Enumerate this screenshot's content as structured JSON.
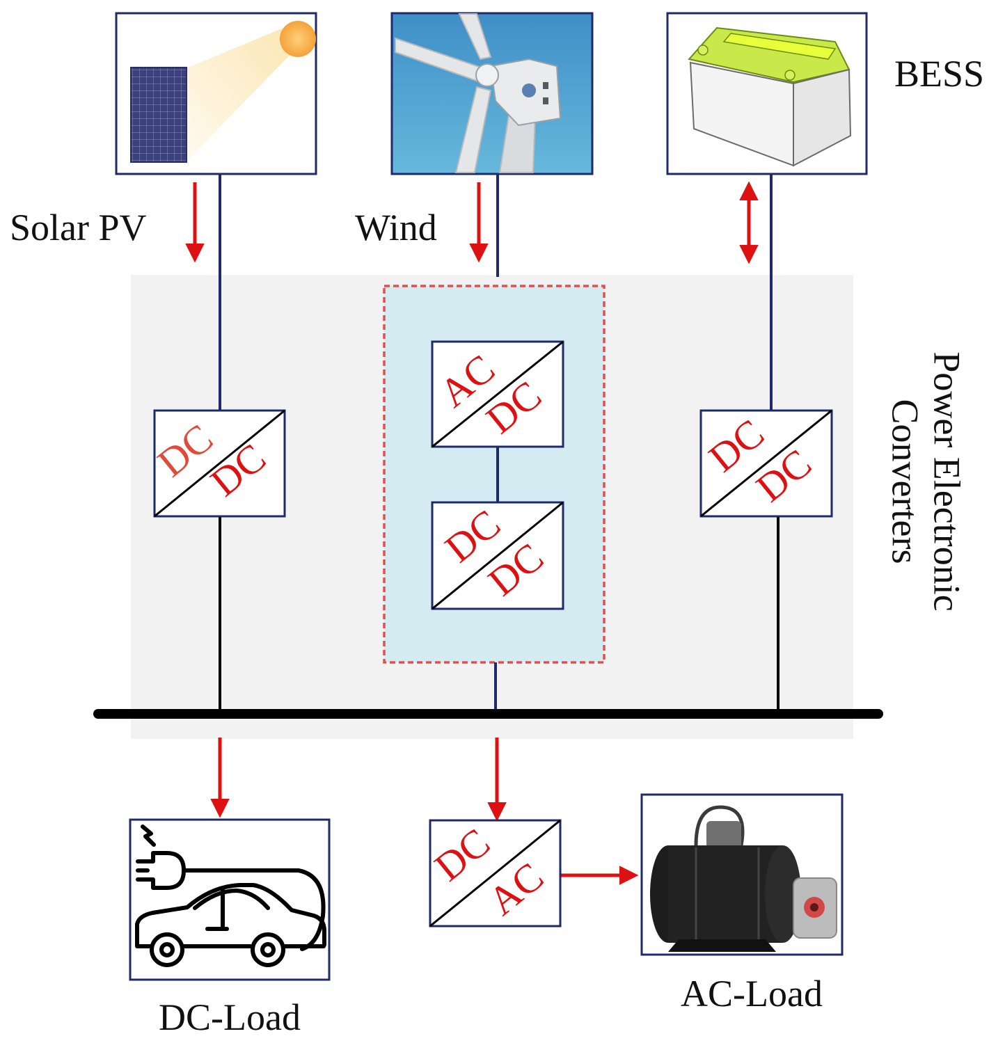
{
  "labels": {
    "solar": "Solar PV",
    "wind": "Wind",
    "bess": "BESS",
    "power_electronic_line1": "Power Electronic",
    "power_electronic_line2": "Converters",
    "dc_load": "DC-Load",
    "ac_load": "AC-Load"
  },
  "converters": {
    "solar": {
      "top": "DC",
      "bottom": "DC"
    },
    "wind_stage1": {
      "top": "AC",
      "bottom": "DC"
    },
    "wind_stage2": {
      "top": "DC",
      "bottom": "DC"
    },
    "bess": {
      "top": "DC",
      "bottom": "DC"
    },
    "ac_load": {
      "top": "DC",
      "bottom": "AC"
    }
  },
  "colors": {
    "wire_blue": "#1f2a6b",
    "wire_black": "#000000",
    "arrow_red": "#dd1111",
    "converter_text": "#dd1111",
    "converter_text_solar_top": "#e04a3a",
    "region_grey": "#f2f2f2",
    "wind_group_fill": "#d4ecf1",
    "wind_group_border": "#e05050"
  }
}
